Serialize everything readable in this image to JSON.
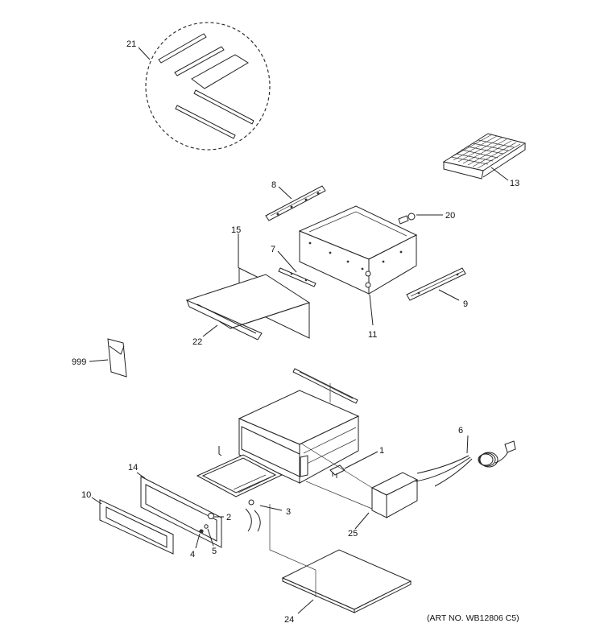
{
  "callouts": {
    "p1": "1",
    "p2": "2",
    "p3": "3",
    "p4": "4",
    "p5": "5",
    "p6": "6",
    "p7": "7",
    "p8": "8",
    "p9": "9",
    "p10": "10",
    "p11": "11",
    "p13": "13",
    "p14": "14",
    "p15": "15",
    "p20": "20",
    "p21": "21",
    "p22": "22",
    "p24": "24",
    "p25": "25",
    "p999": "999"
  },
  "art_number": "(ART NO. WB12806 C5)"
}
